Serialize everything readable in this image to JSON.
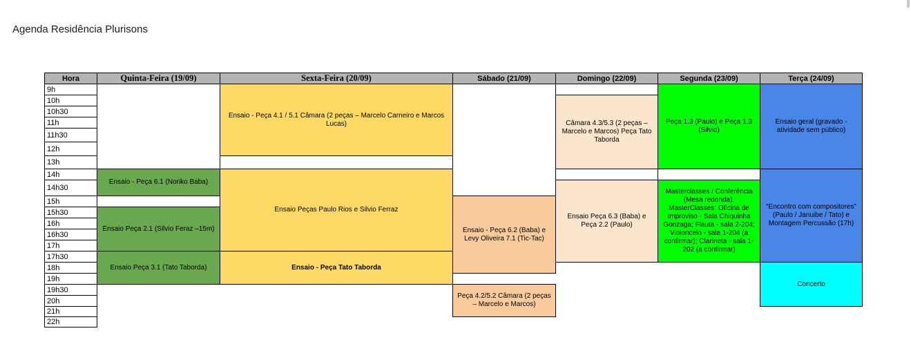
{
  "title": "Agenda Residência Plurisons",
  "colors": {
    "yellow": "#ffd966",
    "green_dark": "#6aa84f",
    "green_bright": "#00ff00",
    "blue": "#4a86e8",
    "cyan": "#00ffff",
    "peach": "#f9cb9c",
    "peach_light": "#fce5cd",
    "header_gray": "#b4b4b4",
    "border": "#000000"
  },
  "table": {
    "hora_header": "Hora",
    "days": [
      "Quinta-Feira (19/09)",
      "Sexta-Feira (20/09)",
      "Sábado (21/09)",
      "Domingo (22/09)",
      "Segunda (23/09)",
      "Terça (24/09)"
    ],
    "times": [
      "9h",
      "10h",
      "10h30",
      "11h",
      "11h30",
      "12h",
      "13h",
      "14h",
      "14h30",
      "15h",
      "15h30",
      "16h",
      "16h30",
      "17h",
      "17h30",
      "18h",
      "19h",
      "19h30",
      "20h",
      "21h",
      "22h"
    ],
    "events": [
      {
        "day": 0,
        "start": "14h",
        "span": 2,
        "color": "green_dark",
        "bold": false,
        "text": "Ensaio - Peça 6.1 (Noriko Baba)"
      },
      {
        "day": 0,
        "start": "15h30",
        "span": 4,
        "color": "green_dark",
        "bold": false,
        "text": "Ensaio Peça 2.1 (Silvio Feraz –15m)"
      },
      {
        "day": 0,
        "start": "17h30",
        "span": 3,
        "color": "green_dark",
        "bold": false,
        "text": "Ensaio Peça 3.1 (Tato Taborda)"
      },
      {
        "day": 1,
        "start": "9h",
        "span": 6,
        "color": "yellow",
        "bold": false,
        "text": "Ensaio - Peça 4.1 / 5.1 Câmara (2 peças – Marcelo Carneiro e Marcos Lucas)"
      },
      {
        "day": 1,
        "start": "14h",
        "span": 7,
        "color": "yellow",
        "bold": false,
        "text": "Ensaio Peças Paulo Rios e Silvio Ferraz"
      },
      {
        "day": 1,
        "start": "17h30",
        "span": 3,
        "color": "yellow",
        "bold": true,
        "text": "Ensaio - Peça Tato Taborda"
      },
      {
        "day": 2,
        "start": "15h",
        "span": 7,
        "color": "peach",
        "bold": false,
        "text": "Ensaio - Peça 6.2 (Baba) e Levy Oliveira 7.1 (Tic-Tac)"
      },
      {
        "day": 2,
        "start": "19h30",
        "span": 3,
        "color": "peach",
        "bold": false,
        "text": "Peça 4.2/5.2 Câmara (2 peças – Marcelo e Marcos)"
      },
      {
        "day": 3,
        "start": "10h",
        "span": 6,
        "color": "peach_light",
        "bold": false,
        "text": "Câmara 4.3/5.3 (2 peças – Marcelo e Marcos) Peça Tato Taborda"
      },
      {
        "day": 3,
        "start": "14h30",
        "span": 7,
        "color": "peach_light",
        "bold": false,
        "text": "Ensaio Peça 6.3 (Baba) e Peça 2.2 (Paulo)"
      },
      {
        "day": 4,
        "start": "9h",
        "span": 7,
        "color": "green_bright",
        "bold": false,
        "text": "Peça 1.3 (Paulo) e Peça 1.3 (Silvio)"
      },
      {
        "day": 4,
        "start": "14h30",
        "span": 7,
        "color": "green_bright",
        "bold": false,
        "text": "Masterclasses / Conferência (Mesa redonda). MasterClasses: Oficina de Improviso - Sala Chiquinha Gonzaga; Flauta - sala 2-204; Violoncelo - sala 1-204 (a confirmar); Clarineta - sala 1-202 (a confirmar)"
      },
      {
        "day": 5,
        "start": "9h",
        "span": 7,
        "color": "blue",
        "bold": false,
        "text": "Ensaio geral (gravado - atividade sem público)"
      },
      {
        "day": 5,
        "start": "14h",
        "span": 8,
        "color": "blue",
        "bold": false,
        "text": "“Encontro com compositores” (Paulo / Januibe / Tato) e Montagem Percussão (17h)"
      },
      {
        "day": 5,
        "start": "18h",
        "span": 4,
        "color": "cyan",
        "bold": false,
        "text": "Concerto"
      }
    ]
  }
}
